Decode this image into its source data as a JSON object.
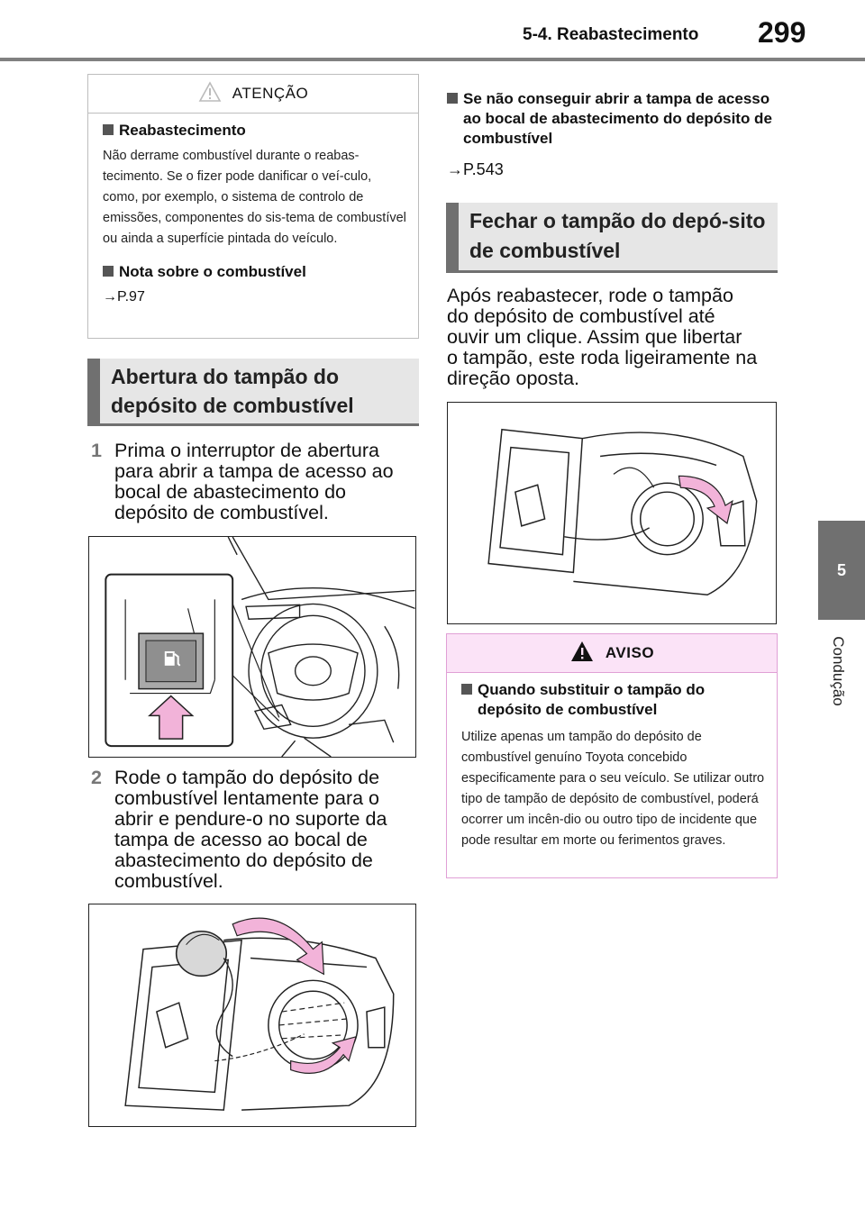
{
  "header": {
    "section": "5-4. Reabastecimento",
    "page_number": "299"
  },
  "side_tab": {
    "chapter_number": "5",
    "chapter_label": "Condução"
  },
  "attention_box": {
    "label": "ATENÇÃO",
    "item1_heading": "Reabastecimento",
    "item1_text": "Não derrame combustível durante o reabas-tecimento. Se o fizer pode danificar o veí-culo, como, por exemplo, o sistema de controlo de emissões, componentes do sis-tema de combustível ou ainda a superfície pintada do veículo.",
    "item2_heading": "Nota sobre o combustível",
    "item2_ref": "→P.97"
  },
  "section_open": {
    "title": "Abertura do tampão do depósito de combustível",
    "step1_number": "1",
    "step1_text": "Prima o interruptor de abertura para abrir a tampa de acesso ao bocal de abastecimento do depósito de combustível.",
    "step2_number": "2",
    "step2_text": "Rode o tampão do depósito de combustível lentamente para o abrir e pendure-o no suporte da tampa de acesso ao bocal de abastecimento do depósito de combustível."
  },
  "right_column": {
    "cannot_open_heading": "Se não conseguir abrir a tampa de acesso ao bocal de abastecimento do depósito de combustível",
    "cannot_open_ref": "→P.543",
    "close_title": "Fechar o tampão do depó-sito de combustível",
    "close_text": "Após reabastecer, rode o tampão do depósito de combustível até ouvir um clique. Assim que libertar o tampão, este roda ligeiramente na direção oposta."
  },
  "aviso_box": {
    "label": "AVISO",
    "heading": "Quando substituir o tampão do depósito de combustível",
    "text": "Utilize apenas um tampão do depósito de combustível genuíno Toyota concebido especificamente para o seu veículo. Se utilizar outro tipo de tampão de depósito de combustível, poderá ocorrer um incên-dio ou outro tipo de incidente que pode resultar em morte ou ferimentos graves."
  },
  "colors": {
    "header_rule": "#808080",
    "tab": "#707070",
    "aviso_border": "#e0a0d6",
    "aviso_fill": "#fbe3f7",
    "arrow_pink": "#f2b3d9"
  },
  "icons": [
    "warning-triangle-icon",
    "fuel-pump-icon",
    "up-arrow-icon",
    "rotate-arrow-icon"
  ]
}
